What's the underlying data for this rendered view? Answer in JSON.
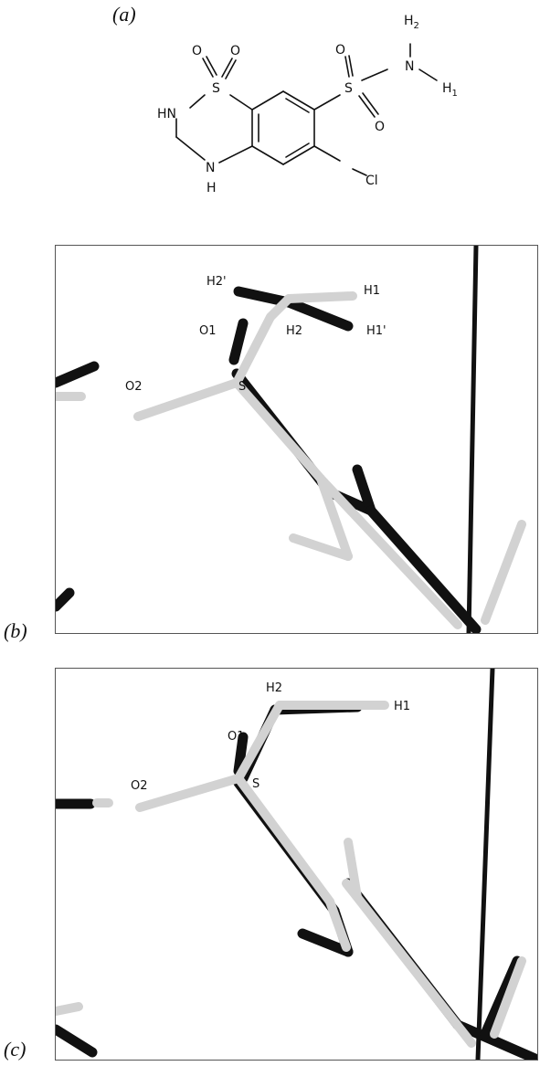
{
  "panel_a": {
    "label": "(a)",
    "atoms": {
      "h2_top": "H",
      "h2_top_sub": "2",
      "n_amide": "N",
      "h1": "H",
      "h1_sub": "1",
      "o_top_left": "O",
      "o_top_right": "O",
      "s_ring": "S",
      "s_side": "S",
      "o_side": "O",
      "hn_ring": "HN",
      "nh_ring": "N",
      "nh_ring_h": "H",
      "cl": "Cl"
    }
  },
  "panel_b": {
    "label": "(b)",
    "atoms": [
      "H2'",
      "H1",
      "O1",
      "H2",
      "H1'",
      "O2",
      "S"
    ]
  },
  "panel_c": {
    "label": "(c)",
    "atoms": [
      "H2",
      "H1",
      "O1",
      "O2",
      "S"
    ]
  },
  "colors": {
    "dark_stick": "#111111",
    "light_stick": "#d2d2d2",
    "frame": "#555555"
  }
}
